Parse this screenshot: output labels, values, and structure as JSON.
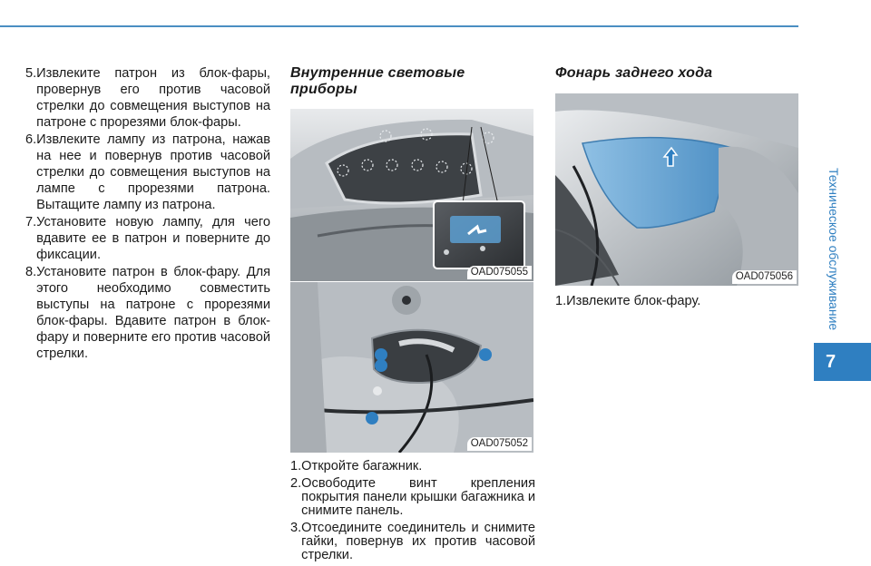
{
  "colors": {
    "accent": "#2f7fc1",
    "rule": "#4a8ec2"
  },
  "left_column": {
    "steps": [
      {
        "num": "5.",
        "text": "Извлеките патрон из блок-фары, провернув его против часовой стрелки до совмещения выступов на патроне с прорезями блок-фары."
      },
      {
        "num": "6.",
        "text": "Извлеките лампу из патрона, нажав на нее и повернув против часовой стрелки до совмещения выступов на лампе с прорезями патрона. Вытащите лампу из патрона."
      },
      {
        "num": "7.",
        "text": "Установите новую лампу, для чего вдавите ее в патрон и поверните до фиксации."
      },
      {
        "num": "8.",
        "text": "Установите патрон в блок-фару. Для этого необходимо совместить выступы на патроне с прорезями блок-фары. Вдавите патрон в блок-фару и поверните его против часовой стрелки."
      }
    ]
  },
  "middle_column": {
    "heading": "Внутренние световые приборы",
    "figure1_code": "OAD075055",
    "figure2_code": "OAD075052",
    "steps": [
      {
        "num": "1.",
        "text": "Откройте багажник."
      },
      {
        "num": "2.",
        "text": "Освободите винт крепления покрытия панели крышки багажника и снимите панель."
      },
      {
        "num": "3.",
        "text": "Отсоедините соединитель и снимите гайки, повернув их против часовой стрелки."
      }
    ]
  },
  "right_column": {
    "heading": "Фонарь заднего хода",
    "figure_code": "OAD075056",
    "steps": [
      {
        "num": "1.",
        "text": "Извлеките блок-фару."
      }
    ]
  },
  "side": {
    "section_label": "Техническое обслуживание",
    "chapter_number": "7"
  }
}
